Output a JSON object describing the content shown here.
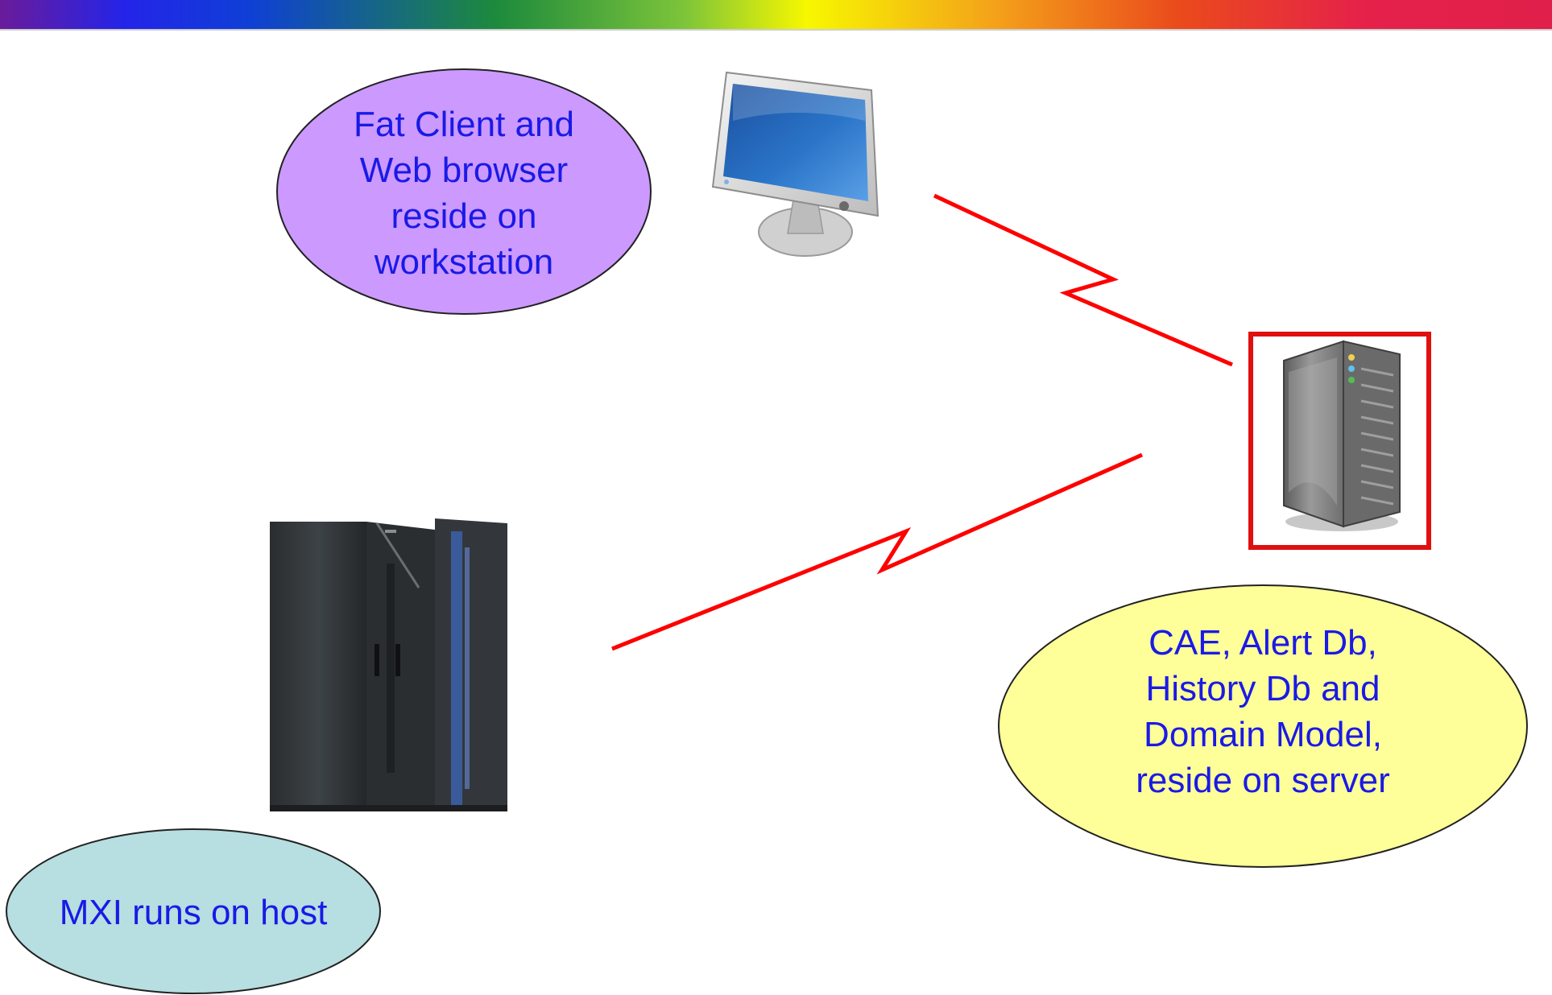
{
  "colors": {
    "link_line": "#ff0000",
    "server_frame": "#e01010",
    "bubble_workstation": "#cc99ff",
    "bubble_server": "#ffff99",
    "bubble_host": "#b7dee0",
    "bubble_text": "#1a1ae6"
  },
  "bubbles": {
    "workstation": {
      "text": "Fat Client and\nWeb browser\nreside on\nworkstation"
    },
    "server": {
      "text": "CAE, Alert Db,\nHistory Db and\nDomain Model,\nreside on server"
    },
    "host": {
      "text": "MXI runs on host"
    }
  },
  "devices": {
    "workstation": {
      "icon": "monitor-icon"
    },
    "server": {
      "icon": "server-tower-icon"
    },
    "host": {
      "icon": "mainframe-icon"
    }
  }
}
